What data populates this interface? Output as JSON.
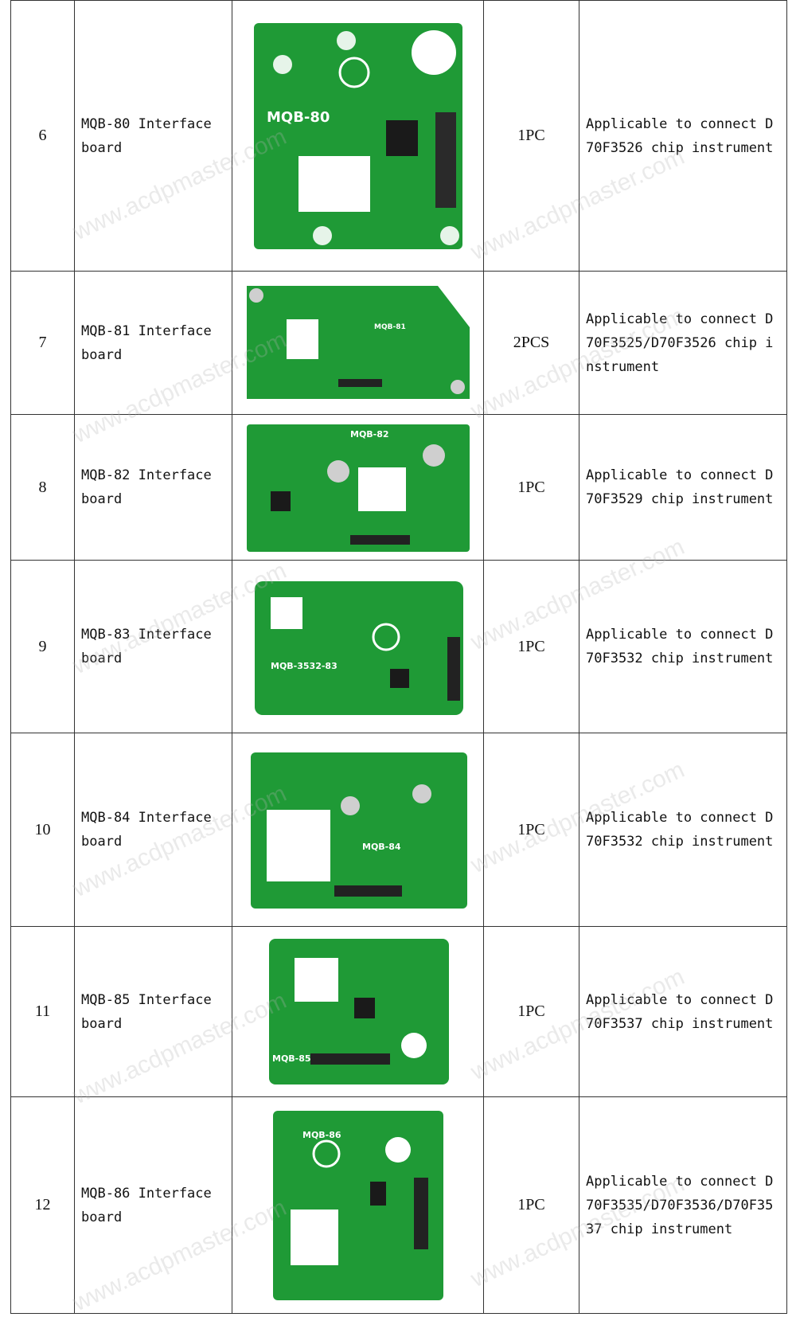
{
  "rows": [
    {
      "no": "6",
      "name_line1": "MQB-80 Interface",
      "name_line2": "board",
      "board_label": "MQB-80",
      "qty": "1PC",
      "desc": "Applicable to connect D70F3526 chip instrument",
      "board_color": "#22a03a"
    },
    {
      "no": "7",
      "name_line1": "MQB-81 Interface",
      "name_line2": "board",
      "board_label": "MQB-81",
      "qty": "2PCS",
      "desc": "Applicable to connect D70F3525/D70F3526 chip instrument",
      "board_color": "#22a03a"
    },
    {
      "no": "8",
      "name_line1": "MQB-82 Interface",
      "name_line2": "board",
      "board_label": "MQB-82",
      "qty": "1PC",
      "desc": "Applicable to connect D70F3529 chip instrument",
      "board_color": "#22a03a"
    },
    {
      "no": "9",
      "name_line1": "MQB-83 Interface",
      "name_line2": "board",
      "board_label": "MQB-3532-83",
      "qty": "1PC",
      "desc": "Applicable to connect D70F3532 chip instrument",
      "board_color": "#22a03a"
    },
    {
      "no": "10",
      "name_line1": "MQB-84 Interface",
      "name_line2": "board",
      "board_label": "MQB-84",
      "qty": "1PC",
      "desc": "Applicable to connect D70F3532 chip instrument",
      "board_color": "#22a03a"
    },
    {
      "no": "11",
      "name_line1": "MQB-85 Interface",
      "name_line2": "board",
      "board_label": "MQB-85",
      "qty": "1PC",
      "desc": "Applicable to connect D70F3537 chip instrument",
      "board_color": "#22a03a"
    },
    {
      "no": "12",
      "name_line1": "MQB-86 Interface",
      "name_line2": "board",
      "board_label": "MQB-86",
      "qty": "1PC",
      "desc": "Applicable to connect D70F3535/D70F3536/D70F3537 chip instrument",
      "board_color": "#22a03a"
    }
  ],
  "watermark": "www.acdpmaster.com"
}
